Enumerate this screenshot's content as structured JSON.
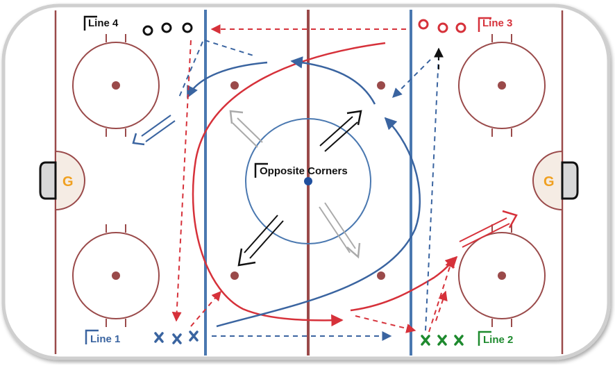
{
  "diagram": {
    "title": "Opposite Corners",
    "lines": [
      {
        "label": "Line 4",
        "color": "#111111"
      },
      {
        "label": "Line 3",
        "color": "#d6313a"
      },
      {
        "label": "Line 1",
        "color": "#3a64a0"
      },
      {
        "label": "Line 2",
        "color": "#1e8a2e"
      }
    ],
    "goalie_label": "G",
    "colors": {
      "rink_line": "#9a4a4a",
      "blue_line": "#4a78b0",
      "red": "#d6313a",
      "blue": "#3a64a0",
      "green": "#1e8a2e",
      "goalie": "#f0a020",
      "crease_fill": "#f5ece4"
    }
  }
}
